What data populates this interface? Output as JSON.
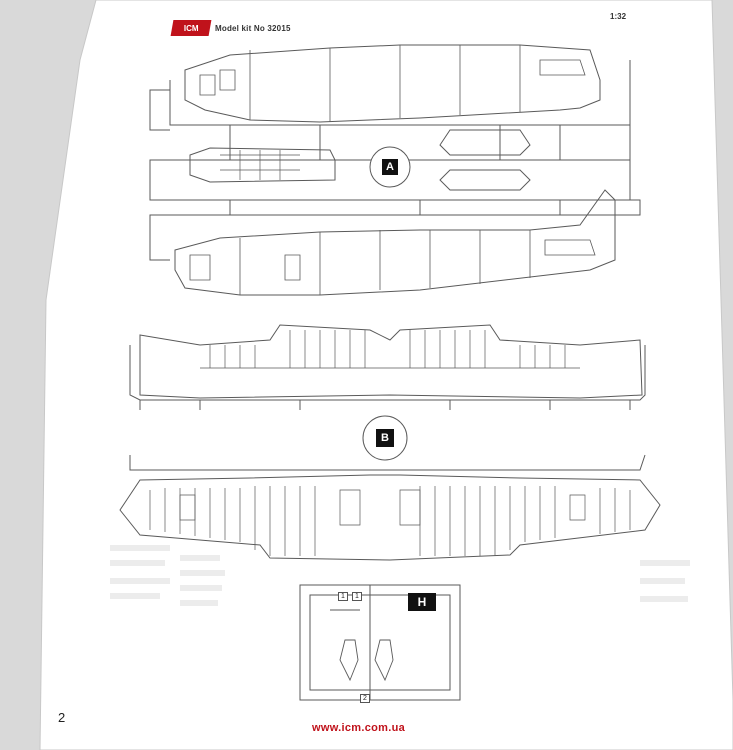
{
  "header": {
    "logo_text": "ICM",
    "model_kit": "Model kit No 32015",
    "scale": "1:32"
  },
  "sprues": {
    "a_label": "A",
    "b_label": "B",
    "h_label": "H"
  },
  "part_numbers": [
    "1",
    "1",
    "2"
  ],
  "footer": {
    "page_number": "2",
    "url": "www.icm.com.ua"
  },
  "colors": {
    "brand_red": "#c0121b",
    "paper": "#ffffff",
    "line": "#555555"
  }
}
